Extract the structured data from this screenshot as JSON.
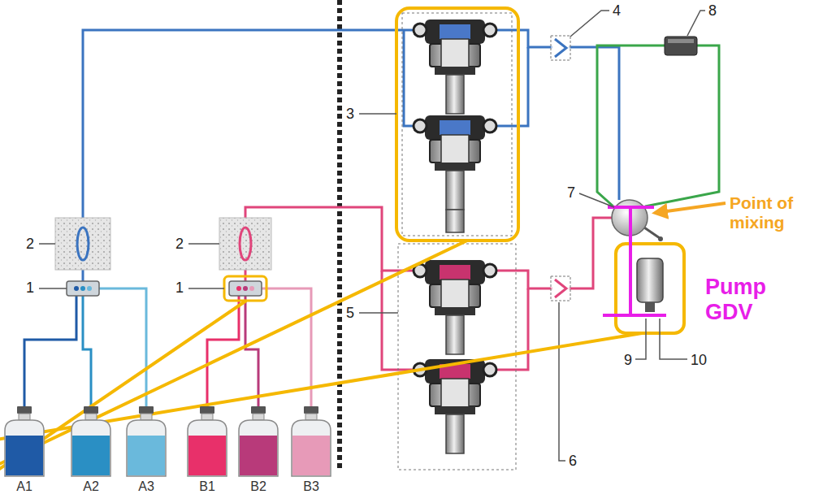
{
  "diagram": {
    "nodes": [
      {
        "text": [
          "A1"
        ]
      },
      {
        "text": [
          "A2"
        ]
      },
      {
        "text": [
          "A3"
        ]
      },
      {
        "text": [
          "B1"
        ]
      },
      {
        "text": [
          "B2"
        ]
      },
      {
        "text": [
          "B3"
        ]
      }
    ],
    "labels": [
      "2",
      "1",
      "2",
      "1",
      "3",
      "5",
      "4",
      "8",
      "7",
      "Point of mixing",
      "Pump GDV",
      "9",
      "10",
      "6"
    ]
  }
}
